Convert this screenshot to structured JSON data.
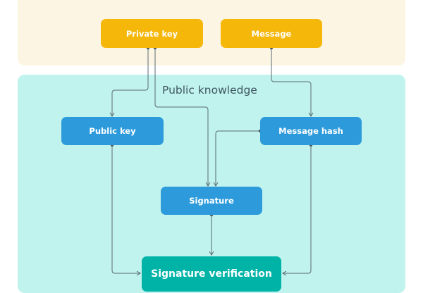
{
  "groups": {
    "public": {
      "label": "Public knowledge",
      "color": "#c0f3ee"
    },
    "private": {
      "color": "#fdf5e3"
    }
  },
  "nodes": {
    "private_key": "Private key",
    "message": "Message",
    "public_key": "Public key",
    "message_hash": "Message hash",
    "signature": "Signature",
    "signature_verification": "Signature verification"
  },
  "edges": [
    {
      "from": "Private key",
      "to": "Public key"
    },
    {
      "from": "Private key",
      "to": "Signature"
    },
    {
      "from": "Message",
      "to": "Message hash"
    },
    {
      "from": "Message hash",
      "to": "Signature"
    },
    {
      "from": "Public key",
      "to": "Signature verification"
    },
    {
      "from": "Signature",
      "to": "Signature verification"
    },
    {
      "from": "Message hash",
      "to": "Signature verification"
    }
  ],
  "colors": {
    "private_node": "#f5b70a",
    "public_node": "#2d9bdb",
    "result_node": "#00b3a7",
    "connector": "#5a6a70"
  }
}
